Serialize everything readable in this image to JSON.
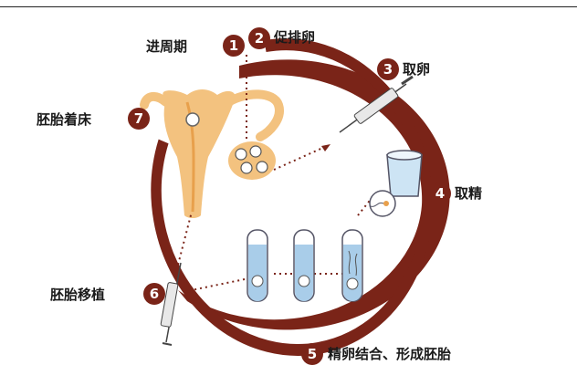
{
  "steps": [
    {
      "num": "1",
      "label": "进周期"
    },
    {
      "num": "2",
      "label": "促排卵"
    },
    {
      "num": "3",
      "label": "取卵"
    },
    {
      "num": "4",
      "label": "取精"
    },
    {
      "num": "5",
      "label": "精卵结合、形成胚胎"
    },
    {
      "num": "6",
      "label": "胚胎移植"
    },
    {
      "num": "7",
      "label": "胚胎着床"
    }
  ],
  "colors": {
    "cycle_ring": "#7a2418",
    "badge": "#7a2418",
    "uterus": "#f3c27f",
    "dotted_path": "#7a2418",
    "tube_liquid": "#a9cde9",
    "cup": "#cde4f4"
  }
}
